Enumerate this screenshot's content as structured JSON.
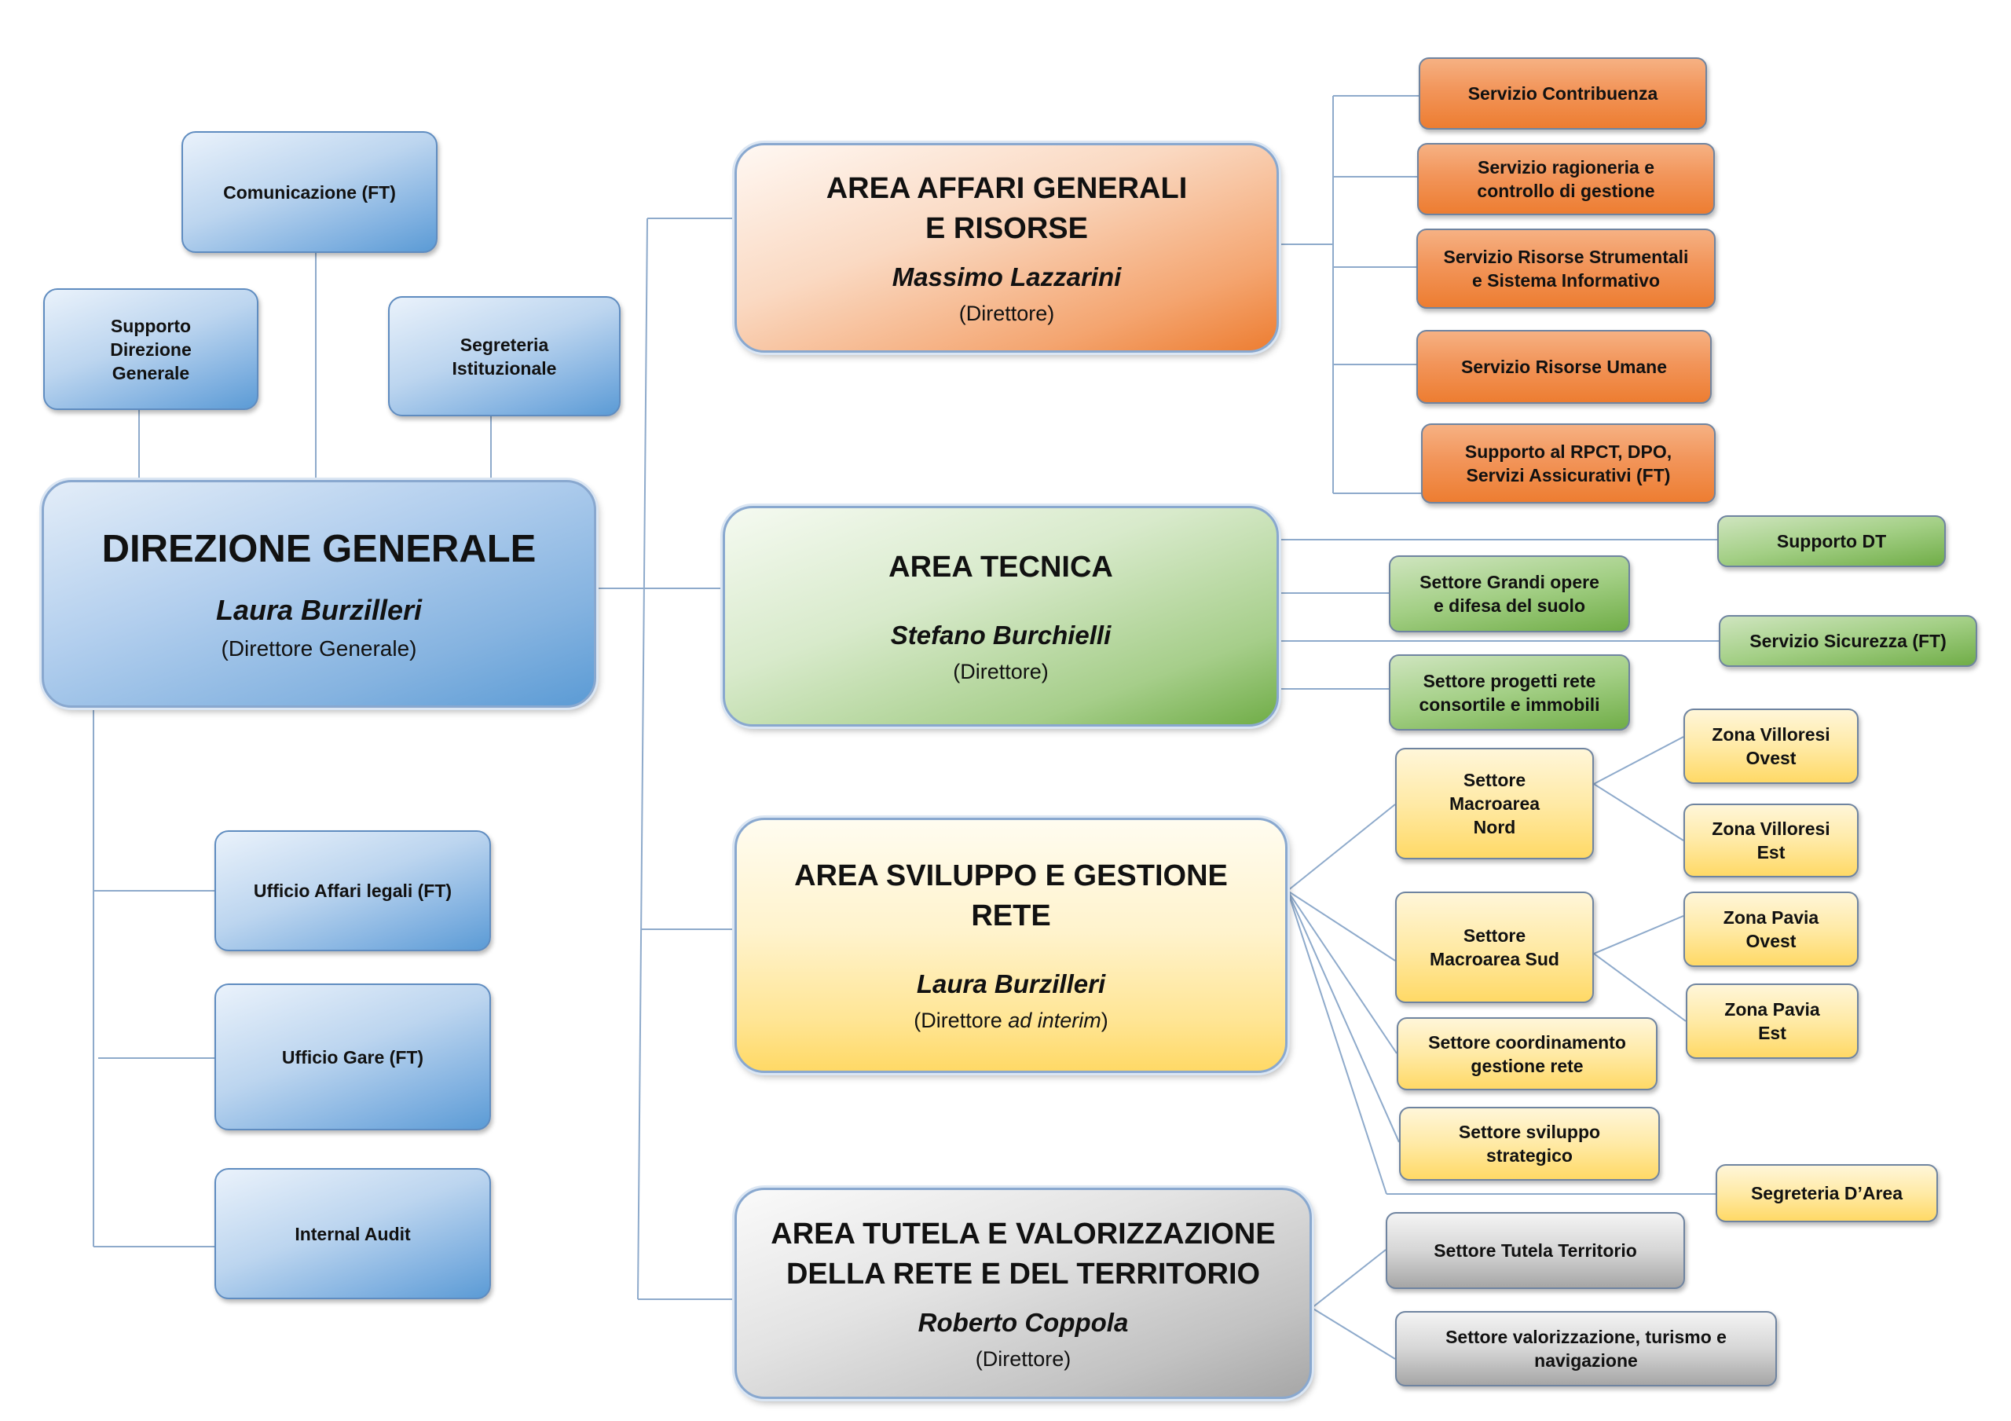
{
  "direzione_generale": {
    "title": "DIREZIONE GENERALE",
    "name": "Laura Burzilleri",
    "role": "(Direttore Generale)",
    "staff": {
      "comunicazione": {
        "lines": [
          "Comunicazione (FT)"
        ]
      },
      "supporto": {
        "lines": [
          "Supporto",
          "Direzione",
          "Generale"
        ]
      },
      "segreteria": {
        "lines": [
          "Segreteria",
          "Istituzionale"
        ]
      },
      "affari_legali": {
        "lines": [
          "Ufficio Affari legali (FT)"
        ]
      },
      "gare": {
        "lines": [
          "Ufficio Gare (FT)"
        ]
      },
      "internal_audit": {
        "lines": [
          "Internal Audit"
        ]
      }
    }
  },
  "areas": {
    "affari": {
      "title_lines": [
        "AREA AFFARI GENERALI",
        "E RISORSE"
      ],
      "name": "Massimo Lazzarini",
      "role": "(Direttore)",
      "units": [
        {
          "lines": [
            "Servizio Contribuenza"
          ]
        },
        {
          "lines": [
            "Servizio ragioneria e",
            "controllo di gestione"
          ]
        },
        {
          "lines": [
            "Servizio Risorse Strumentali",
            "e Sistema Informativo"
          ]
        },
        {
          "lines": [
            "Servizio Risorse Umane"
          ]
        },
        {
          "lines": [
            "Supporto al RPCT, DPO,",
            "Servizi Assicurativi (FT)"
          ]
        }
      ]
    },
    "tecnica": {
      "title_lines": [
        "AREA TECNICA"
      ],
      "name": "Stefano Burchielli",
      "role": "(Direttore)",
      "units": [
        {
          "lines": [
            "Supporto DT"
          ]
        },
        {
          "lines": [
            "Settore Grandi opere",
            "e difesa del suolo"
          ]
        },
        {
          "lines": [
            "Servizio Sicurezza (FT)"
          ]
        },
        {
          "lines": [
            "Settore progetti rete",
            "consortile e immobili"
          ]
        }
      ]
    },
    "sviluppo": {
      "title_lines": [
        "AREA SVILUPPO E GESTIONE",
        "RETE"
      ],
      "name": "Laura Burzilleri",
      "role_prefix": "(Direttore ",
      "role_italic": "ad interim",
      "role_suffix": ")",
      "units": [
        {
          "lines": [
            "Settore",
            "Macroarea",
            "Nord"
          ]
        },
        {
          "lines": [
            "Zona Villoresi",
            "Ovest"
          ]
        },
        {
          "lines": [
            "Zona Villoresi",
            "Est"
          ]
        },
        {
          "lines": [
            "Settore",
            "Macroarea Sud"
          ]
        },
        {
          "lines": [
            "Zona Pavia",
            "Ovest"
          ]
        },
        {
          "lines": [
            "Zona Pavia",
            "Est"
          ]
        },
        {
          "lines": [
            "Settore coordinamento",
            "gestione rete"
          ]
        },
        {
          "lines": [
            "Settore sviluppo",
            "strategico"
          ]
        },
        {
          "lines": [
            "Segreteria D’Area"
          ]
        }
      ]
    },
    "tutela": {
      "title_lines": [
        "AREA TUTELA E VALORIZZAZIONE",
        "DELLA RETE E DEL TERRITORIO"
      ],
      "name": "Roberto Coppola",
      "role": "(Direttore)",
      "units": [
        {
          "lines": [
            "Settore Tutela Territorio"
          ]
        },
        {
          "lines": [
            "Settore valorizzazione, turismo e",
            "navigazione"
          ]
        }
      ]
    }
  },
  "colors": {
    "blue": "#5b9bd5",
    "orange": "#ed7d31",
    "green": "#70ad47",
    "yellow": "#ffd966",
    "gray": "#a6a6a6",
    "connector": "#8eaacb"
  }
}
